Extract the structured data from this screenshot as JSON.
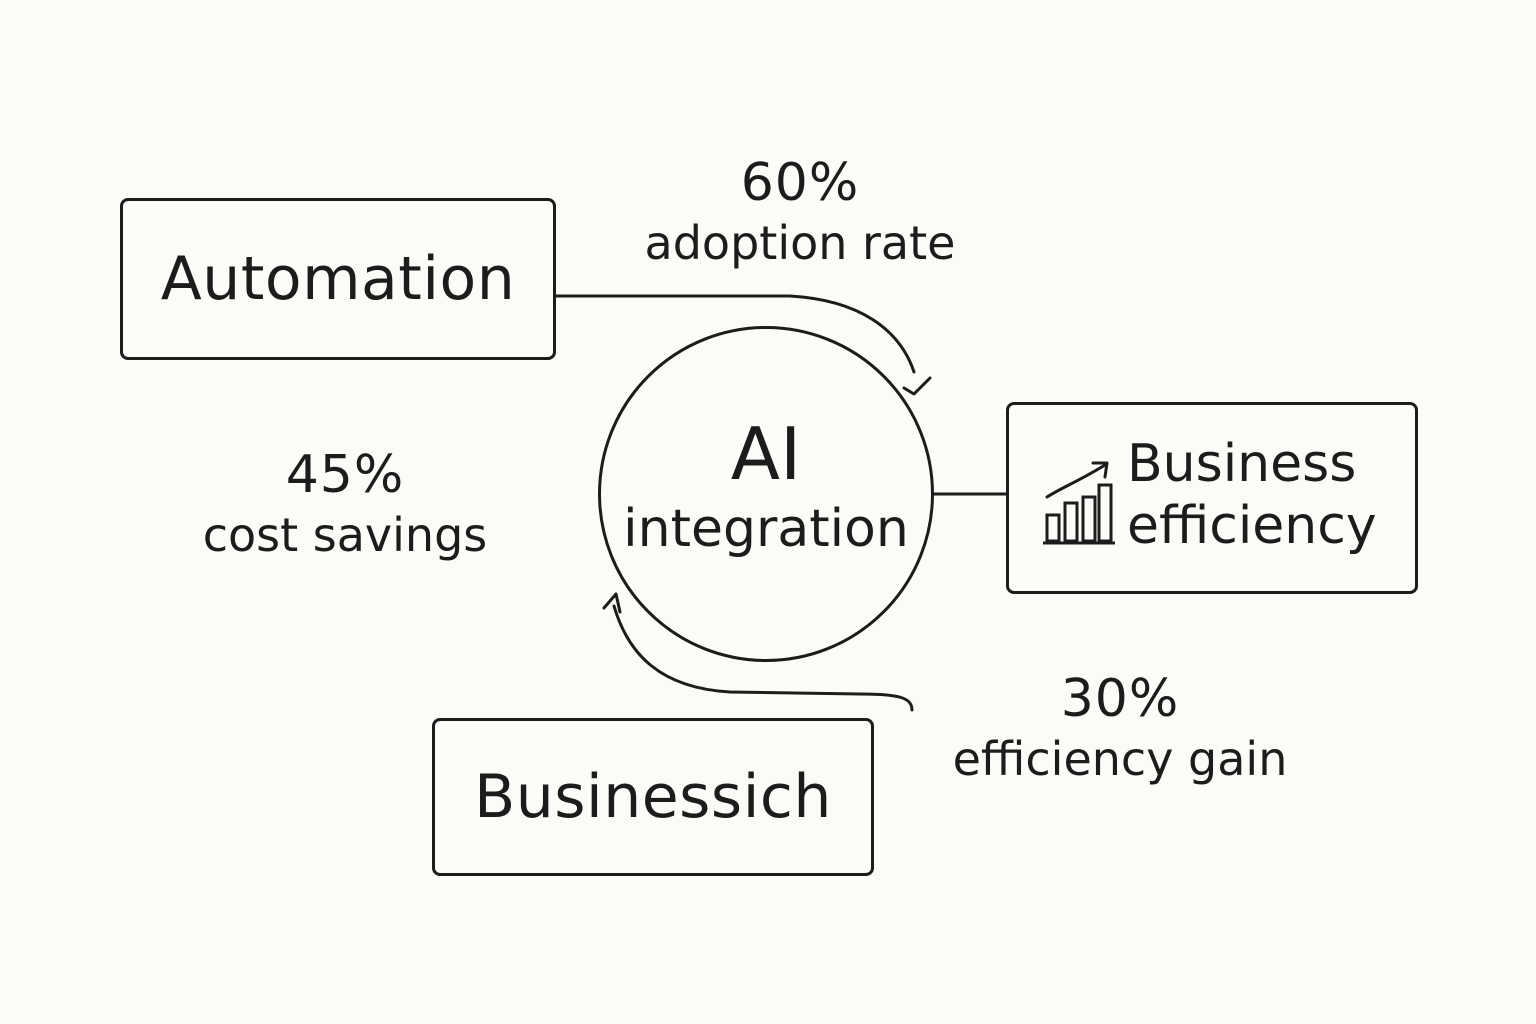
{
  "nodes": {
    "automation": {
      "label": "Automation"
    },
    "ai_integration": {
      "title": "AI",
      "subtitle": "integration"
    },
    "business_efficiency": {
      "line1": "Business",
      "line2": "efficiency",
      "icon": "bar-chart-growth-icon"
    },
    "businessich": {
      "label": "Businessich"
    }
  },
  "stats": {
    "adoption": {
      "value": "60%",
      "label": "adoption rate"
    },
    "cost": {
      "value": "45%",
      "label": "cost savings"
    },
    "efficiency": {
      "value": "30%",
      "label": "efficiency gain"
    }
  },
  "colors": {
    "ink": "#1c1c1c",
    "background": "#fbfbf8"
  }
}
